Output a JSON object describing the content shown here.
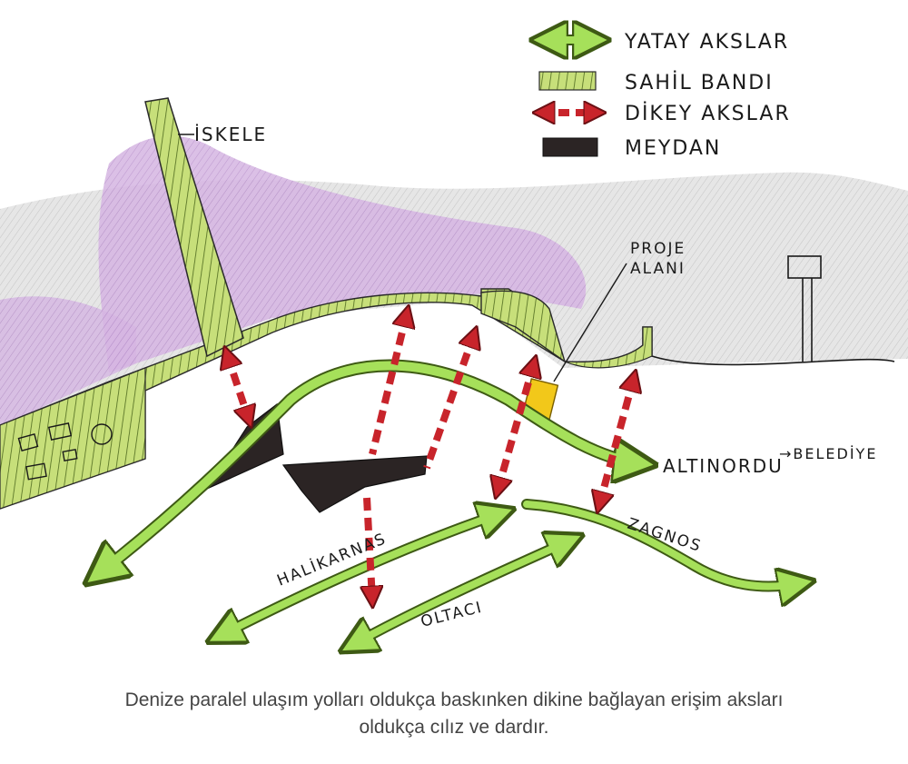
{
  "legend": {
    "items": [
      {
        "label": "YATAY AKSLAR"
      },
      {
        "label": "SAHİL BANDI"
      },
      {
        "label": "DİKEY AKSLAR"
      },
      {
        "label": "MEYDAN"
      }
    ]
  },
  "labels": {
    "iskele": "İSKELE",
    "proje_line1": "PROJE",
    "proje_line2": "ALANI",
    "altinordu": "ALTINORDU",
    "belediye": "→BELEDİYE",
    "halikarnas": "HALİKARNAS",
    "zagnos": "ZAGNOS",
    "oltaci": "OLTACI"
  },
  "caption": {
    "line1": "Denize paralel ulaşım yolları oldukça baskınken dikine bağlayan erişim aksları",
    "line2": "oldukça cılız ve dardır."
  },
  "colors": {
    "sea_purple": "#c9a6d9",
    "sea_grey": "#dcdcdc",
    "coast_green": "#c7df7a",
    "axis_green": "#a6e05a",
    "vertical_red": "#c8242b",
    "square_black": "#2b2424",
    "project_yellow": "#f2c81a"
  }
}
